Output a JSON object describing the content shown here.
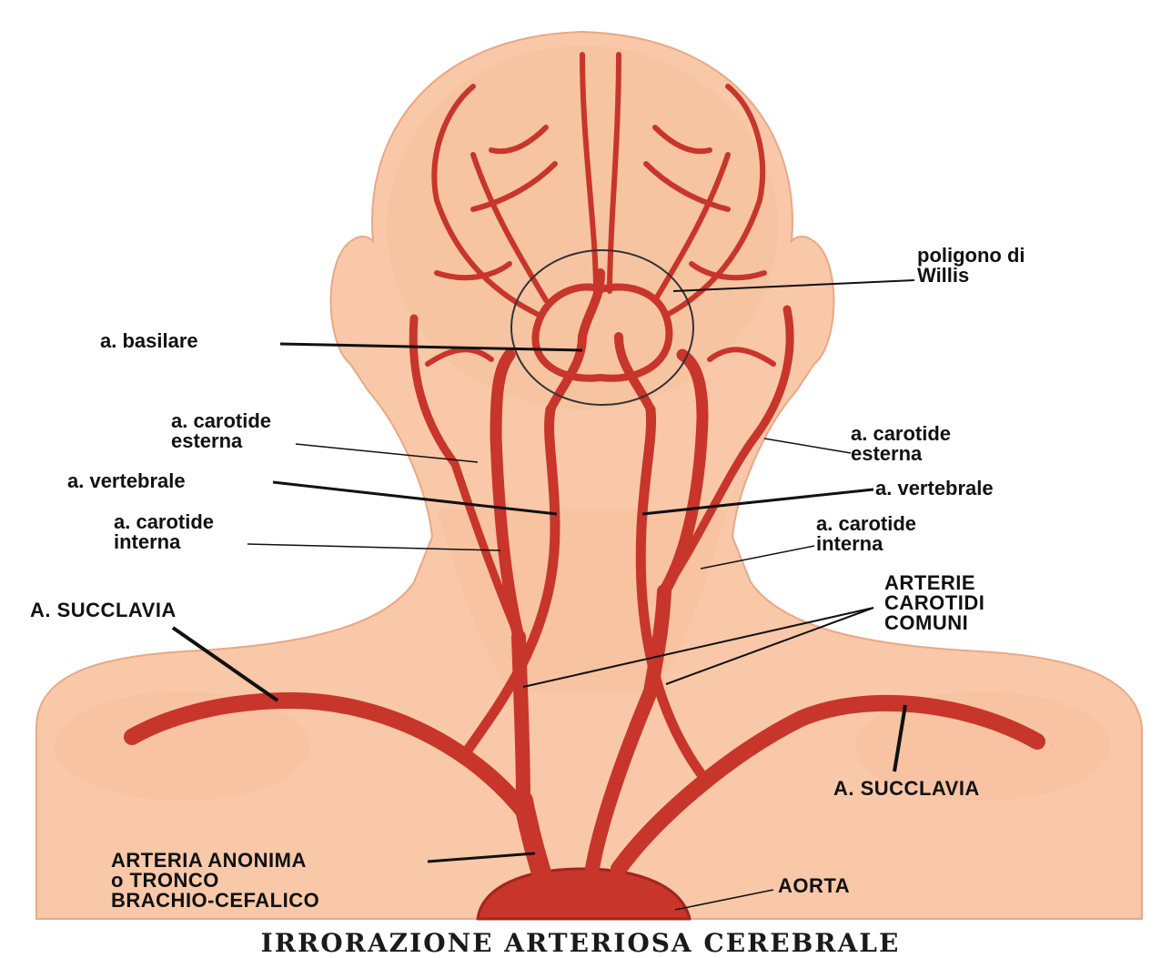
{
  "title": "IRRORAZIONE ARTERIOSA CEREBRALE",
  "colors": {
    "skin": "#f9c8a8",
    "skin_shadow": "#f0b08d",
    "artery": "#c8352b",
    "artery_dark": "#a5241d",
    "leader": "#111111"
  },
  "labels": {
    "willis": {
      "line1": "poligono di",
      "line2": "Willis"
    },
    "basilare": "a. basilare",
    "car_est_left": {
      "line1": "a. carotide",
      "line2": "esterna"
    },
    "car_est_right": {
      "line1": "a. carotide",
      "line2": "esterna"
    },
    "vert_left": "a. vertebrale",
    "vert_right": "a. vertebrale",
    "car_int_left": {
      "line1": "a. carotide",
      "line2": "interna"
    },
    "car_int_right": {
      "line1": "a. carotide",
      "line2": "interna"
    },
    "succlavia_left": "A. SUCCLAVIA",
    "succlavia_right": "A. SUCCLAVIA",
    "carotidi_comuni": {
      "line1": "ARTERIE",
      "line2": "CAROTIDI",
      "line3": "COMUNI"
    },
    "anonima": {
      "line1": "ARTERIA ANONIMA",
      "line2": "o TRONCO",
      "line3": "BRACHIO-CEFALICO"
    },
    "aorta": "AORTA"
  }
}
